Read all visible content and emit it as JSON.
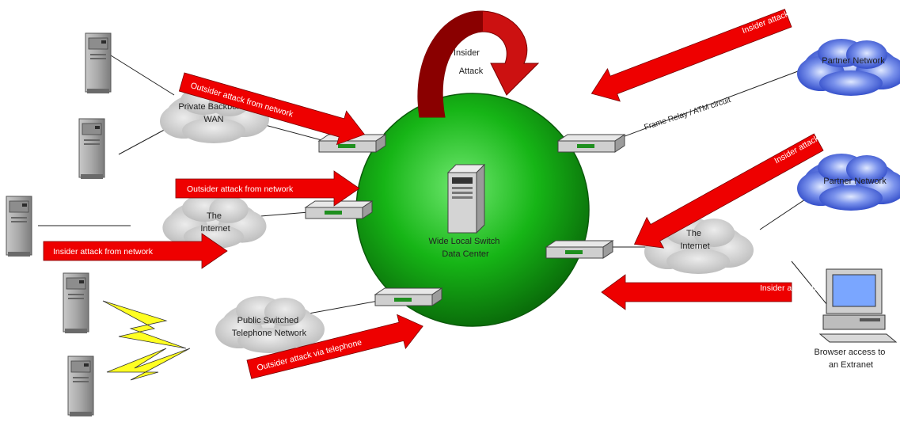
{
  "center": {
    "line1": "Wide Local Switch",
    "line2": "Data Center"
  },
  "insider_loop": {
    "line1": "Insider",
    "line2": "Attack"
  },
  "clouds": {
    "backbone": {
      "line1": "Private Backbone",
      "line2": "WAN"
    },
    "internet_left": {
      "line1": "The",
      "line2": "Internet"
    },
    "pstn": {
      "line1": "Public Switched",
      "line2": "Telephone Network"
    },
    "internet_right": {
      "line1": "The",
      "line2": "Internet"
    },
    "partner_top": {
      "label": "Partner Network"
    },
    "partner_mid": {
      "label": "Partner Network"
    }
  },
  "arrows": {
    "a1": "Outsider attack from network",
    "a2": "Outsider attack from network",
    "a3": "Insider attack from network",
    "a4": "Outsider attack via telephone",
    "a5": "Insider attack from network",
    "a6": "Insider attack from network",
    "a7": "Insider attack from network"
  },
  "partner_link_text": "Frame Relay / ATM circuit",
  "browser": {
    "line1": "Browser access to",
    "line2": "an Extranet"
  },
  "colors": {
    "globe": "#15b515",
    "arrow": "#ee0000",
    "loop_arrow": "#cc0000",
    "cloud": "#d8d8d8",
    "partner_cloud": "#3b5fd6",
    "lightning": "#ffff00"
  }
}
